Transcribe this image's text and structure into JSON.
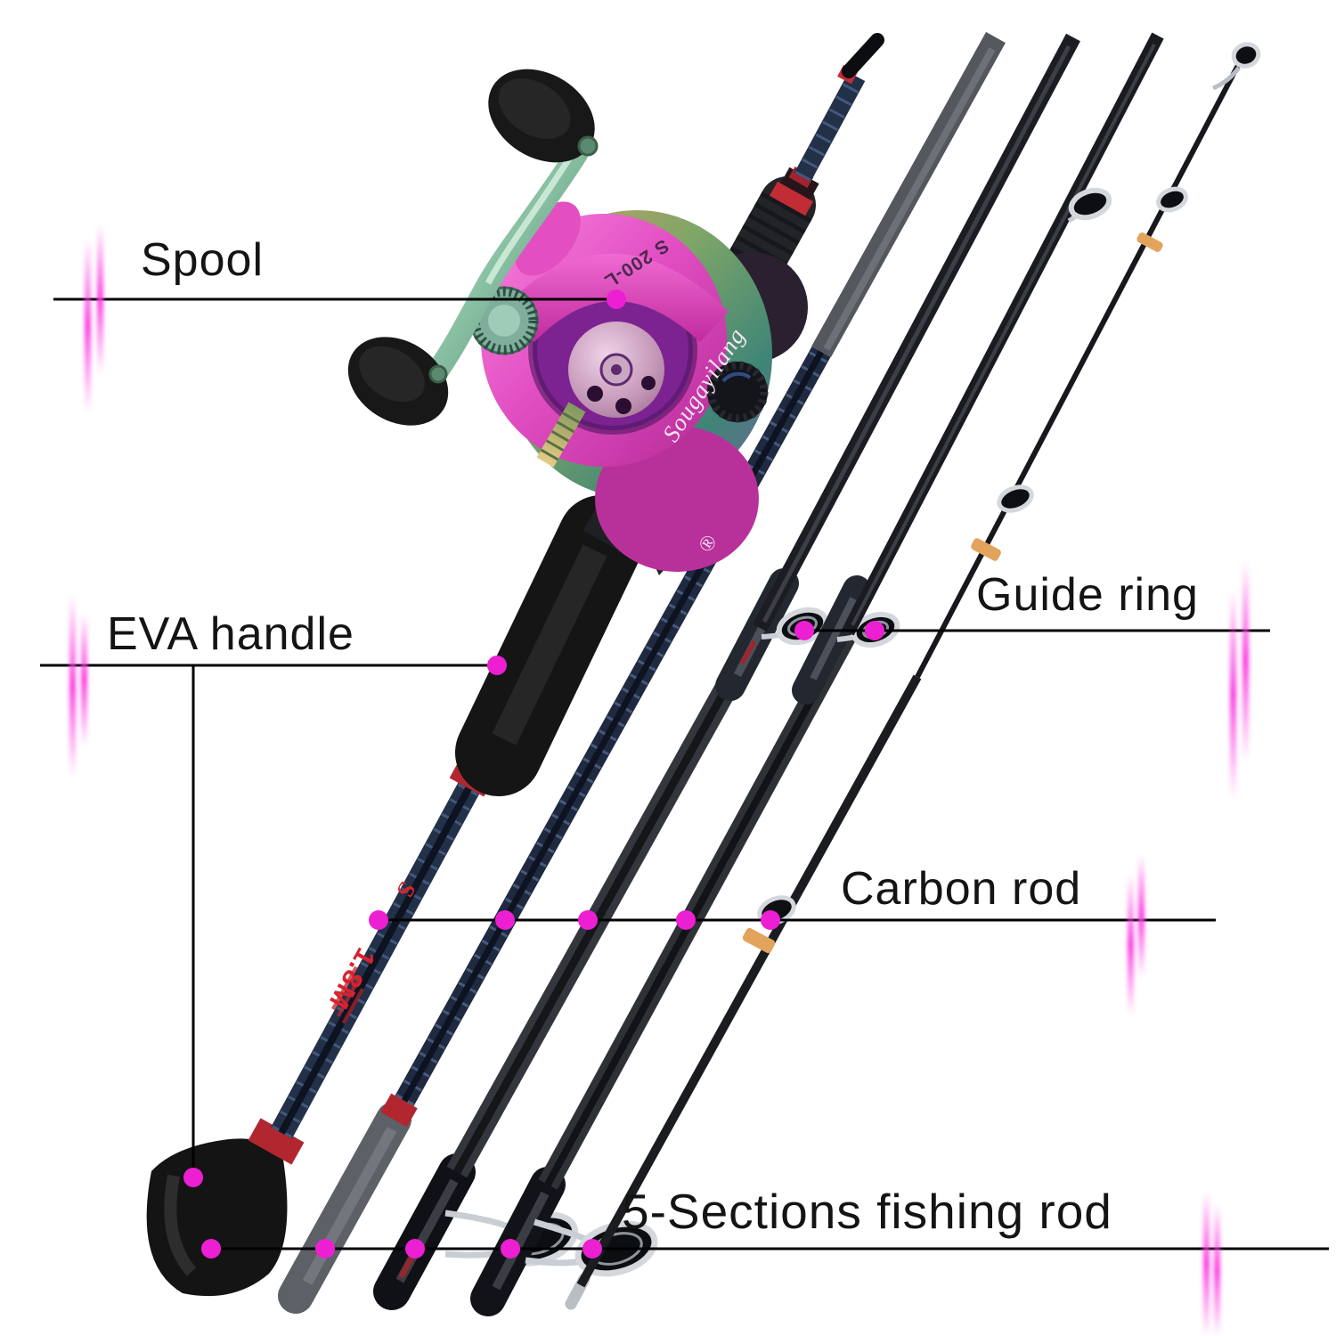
{
  "labels": {
    "spool": "Spool",
    "eva_handle": "EVA handle",
    "guide_ring": "Guide ring",
    "carbon_rod": "Carbon rod",
    "sections": "5-Sections fishing rod"
  },
  "reel": {
    "brand": "Sougayilang",
    "registered_mark": "®",
    "model": "S 200-L"
  },
  "rod": {
    "length_marking": "1.8M",
    "logo_mark": "S"
  },
  "colors": {
    "background": "#ffffff",
    "label_text": "#141414",
    "leader_line": "#000000",
    "callout_dot": "#ec1fd2",
    "flash_accent": "#fb3fe0",
    "reel_pink": "#e24fc3",
    "spool_purple": "#7c2391",
    "handle_green": "#86bda0",
    "guide_wrap_orange": "#e2a45c",
    "accent_red": "#c22c35"
  }
}
